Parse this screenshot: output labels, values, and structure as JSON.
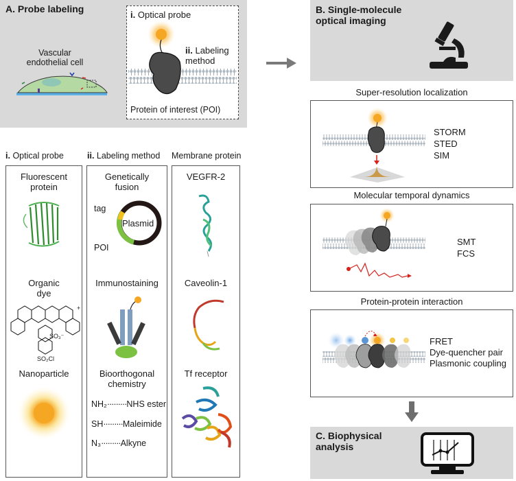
{
  "panelA": {
    "title": "A. Probe labeling",
    "cell_label": "Vascular\nendothelial cell",
    "inset": {
      "optical_probe_num": "i.",
      "optical_probe": "Optical probe",
      "labeling_num": "ii.",
      "labeling": "Labeling\nmethod",
      "poi": "Protein of interest (POI)"
    }
  },
  "columns": {
    "col1_num": "i.",
    "col1_header": "Optical probe",
    "col2_num": "ii.",
    "col2_header": "Labeling method",
    "col3_header": "Membrane protein",
    "col1": [
      "Fluorescent\nprotein",
      "Organic\ndye",
      "Nanoparticle"
    ],
    "col2": [
      "Genetically\nfusion",
      "Immunostaining",
      "Bioorthogonal\nchemistry"
    ],
    "col3": [
      "VEGFR-2",
      "Caveolin-1",
      "Tf receptor"
    ],
    "plasmid": {
      "tag": "tag",
      "center": "Plasmid",
      "poi": "POI"
    },
    "dye_labels": {
      "so3": "SO₃⁻",
      "so2cl": "SO₂Cl",
      "plus": "+"
    },
    "bioorthogonal_pairs": [
      {
        "left": "NH₂",
        "right": "NHS ester"
      },
      {
        "left": "SH",
        "right": "Maleimide"
      },
      {
        "left": "N₃",
        "right": "Alkyne"
      }
    ]
  },
  "panelB": {
    "title": "B. Single-molecule\noptical imaging",
    "sections": [
      {
        "header": "Super-resolution localization",
        "methods": [
          "STORM",
          "STED",
          "SIM"
        ]
      },
      {
        "header": "Molecular temporal dynamics",
        "methods": [
          "SMT",
          "FCS"
        ]
      },
      {
        "header": "Protein-protein interaction",
        "methods": [
          "FRET",
          "Dye-quencher pair",
          "Plasmonic coupling"
        ]
      }
    ]
  },
  "panelC": {
    "title": "C. Biophysical\nanalysis"
  },
  "colors": {
    "gray_panel": "#d9d9d9",
    "protein": "#4a4a4a",
    "fluor_orange": "#f5a623",
    "membrane": "#9aa7b0",
    "plasmid_green": "#7cc142",
    "trajectory_red": "#d6221b",
    "antibody_blue": "#7f9dbf"
  }
}
